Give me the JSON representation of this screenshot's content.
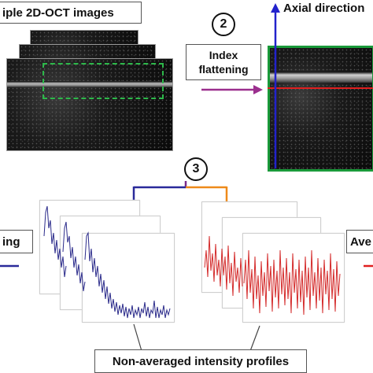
{
  "labels": {
    "oct_images": "iple 2D-OCT images",
    "step2_number": "2",
    "index_flattening_line1": "Index",
    "index_flattening_line2": "flattening",
    "axial_direction": "Axial direction",
    "step3_number": "3",
    "left_cutoff": "ing",
    "right_cutoff": "Ave",
    "non_averaged": "Non-averaged intensity profiles"
  },
  "colors": {
    "arrow_purple": "#9b2f8e",
    "axial_blue": "#2222cc",
    "horizontal_red": "#e01f1f",
    "frame_green": "#1a9a3a",
    "dashed_green": "#2db84a",
    "profile_blue": "#2a2a8a",
    "profile_red": "#d42a2a",
    "bracket_left": "#2a2a9a",
    "bracket_mid": "#7a2a8a",
    "bracket_right": "#ee8a1a"
  }
}
